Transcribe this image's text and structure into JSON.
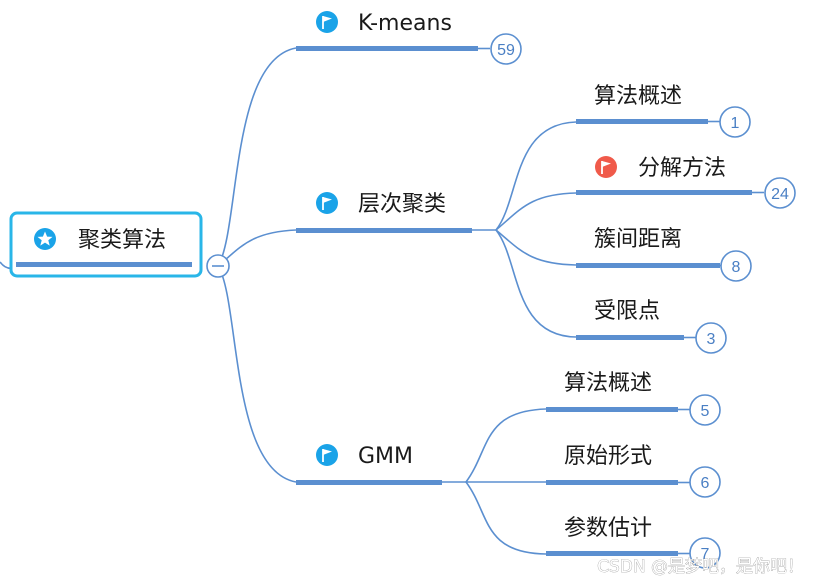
{
  "root": {
    "label": "聚类算法",
    "icon": "star-icon",
    "collapse_symbol": "−"
  },
  "branches": [
    {
      "label": "K-means",
      "icon": "flag-icon",
      "count": "59",
      "children": []
    },
    {
      "label": "层次聚类",
      "icon": "flag-icon",
      "children": [
        {
          "label": "算法概述",
          "count": "1"
        },
        {
          "label": "分解方法",
          "count": "24",
          "icon": "red-flag-icon"
        },
        {
          "label": "簇间距离",
          "count": "8"
        },
        {
          "label": "受限点",
          "count": "3"
        }
      ]
    },
    {
      "label": "GMM",
      "icon": "flag-icon",
      "children": [
        {
          "label": "算法概述",
          "count": "5"
        },
        {
          "label": "原始形式",
          "count": "6"
        },
        {
          "label": "参数估计",
          "count": "7"
        }
      ]
    }
  ],
  "watermark": "CSDN @是梦吧，是你吧！",
  "colors": {
    "line": "#5b8fd0",
    "underline": "#5b8fd0",
    "root_border": "#29b6e8",
    "blue_icon": "#1aa3e8",
    "red_icon": "#f05a4a",
    "count_text": "#4a7fc4"
  }
}
